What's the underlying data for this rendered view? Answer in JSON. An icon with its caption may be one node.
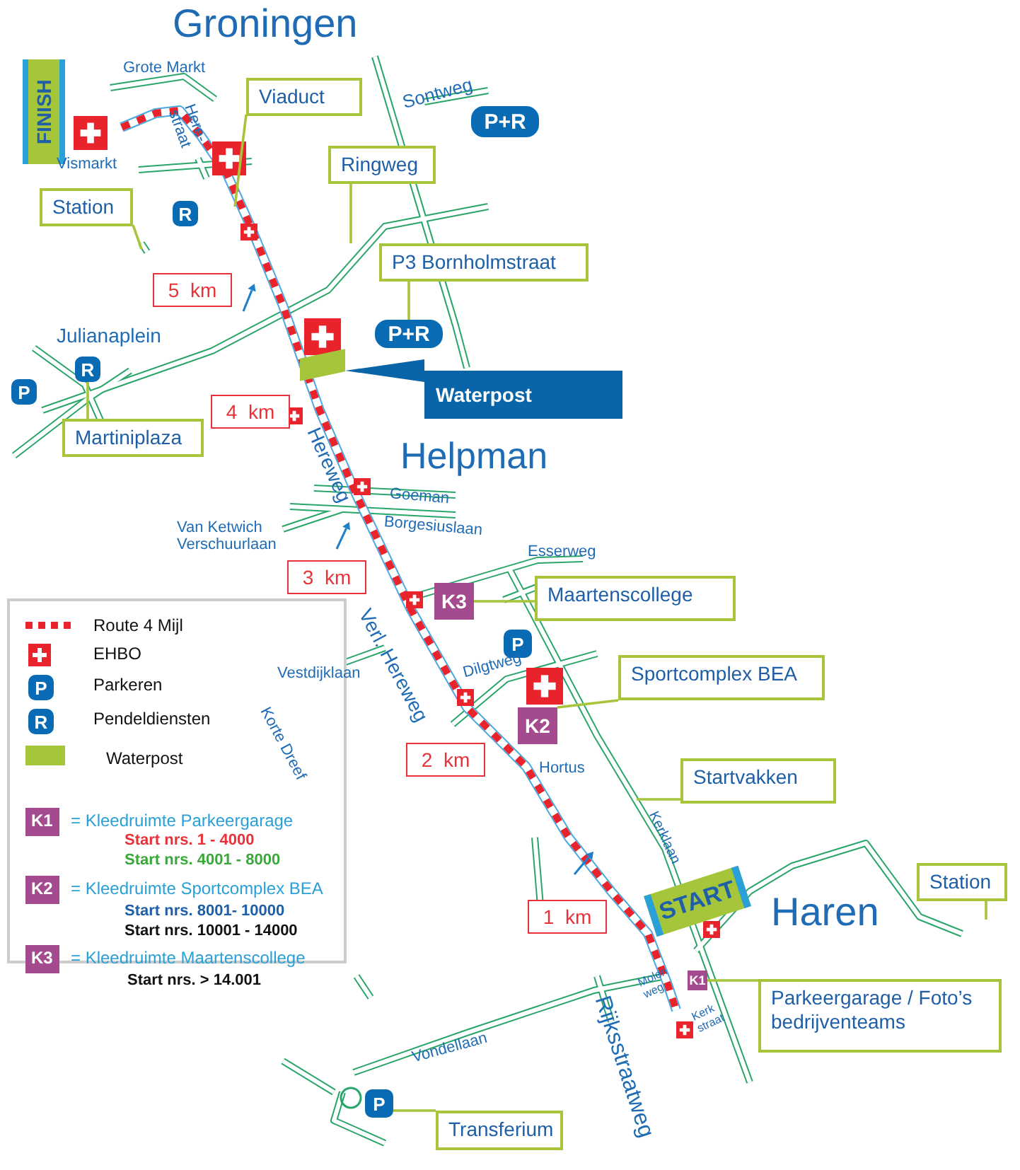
{
  "diagram": {
    "nodes": [
      {
        "text": [
          "Viaduct"
        ]
      },
      {
        "text": [
          "Ringweg"
        ]
      },
      {
        "text": [
          "Station"
        ]
      },
      {
        "text": [
          "P3 Bornholmstraat"
        ]
      },
      {
        "text": [
          "P+R"
        ]
      },
      {
        "text": [
          "P+R"
        ]
      },
      {
        "text": [
          "R"
        ]
      },
      {
        "text": [
          "R"
        ]
      },
      {
        "text": [
          "Martiniplaza"
        ]
      },
      {
        "text": [
          "P"
        ]
      },
      {
        "text": [
          "FINISH"
        ]
      },
      {
        "text": [
          "Waterpost"
        ]
      },
      {
        "text": [],
        "shape": "box"
      },
      {
        "text": [
          "5  km"
        ]
      },
      {
        "text": [
          "4  km"
        ]
      },
      {
        "text": [
          "3  km"
        ]
      },
      {
        "text": [
          "2  km"
        ]
      },
      {
        "text": [
          "1  km"
        ]
      },
      {
        "text": [
          "K3"
        ]
      },
      {
        "text": [
          "P"
        ]
      },
      {
        "text": [
          "Maartenscollege"
        ]
      },
      {
        "text": [
          "K2"
        ]
      },
      {
        "text": [
          "Sportcomplex BEA"
        ]
      },
      {
        "text": [
          "Startvakken"
        ]
      },
      {
        "text": [
          "START"
        ]
      },
      {
        "text": [
          "K1"
        ]
      },
      {
        "text": [
          "Parkeergarage / Foto’s bedrijventeams"
        ]
      },
      {
        "text": [
          "Station"
        ]
      },
      {
        "text": [
          "P"
        ]
      },
      {
        "text": [
          "Transferium"
        ]
      },
      {
        "text": [
          "P"
        ]
      },
      {
        "text": [
          "R"
        ]
      }
    ],
    "edges": [
      {
        "from": 0,
        "to": null,
        "arrow": "none"
      },
      {
        "from": 1,
        "to": null,
        "arrow": "none"
      },
      {
        "from": 2,
        "to": null,
        "arrow": "none"
      },
      {
        "from": 3,
        "to": 4,
        "arrow": "none"
      },
      {
        "from": 8,
        "to": 7,
        "arrow": "none"
      },
      {
        "from": 11,
        "to": 12,
        "arrow": "none"
      },
      {
        "from": 20,
        "to": 18,
        "arrow": "none"
      },
      {
        "from": 22,
        "to": 21,
        "arrow": "none"
      },
      {
        "from": 23,
        "to": null,
        "arrow": "none"
      },
      {
        "from": 26,
        "to": 25,
        "arrow": "none"
      },
      {
        "from": 27,
        "to": null,
        "arrow": "none"
      },
      {
        "from": 29,
        "to": 28,
        "arrow": "none"
      }
    ],
    "labels": [
      "Groningen",
      "Grote Markt",
      "Sontweg",
      "Here- straat",
      "Vismarkt",
      "Julianaplein",
      "Helpman",
      "Hereweg",
      "Goeman",
      "Van Ketwich Verschuurlaan",
      "Borgesiuslaan",
      "Esserweg",
      "Verl. Hereweg",
      "Vestdijklaan",
      "Dilgtweg",
      "Korte Dreef",
      "Hortus",
      "Kerklaan",
      "Haren",
      "Molen weg",
      "Kerk straat",
      "Rijksstraatweg",
      "Vondellaan",
      "K1",
      "Start nrs. 1 - 4000",
      "Start nrs. 4001 - 8000",
      "K2",
      "Start nrs. 8001- 10000",
      "Start nrs. 10001 - 14000",
      "K3",
      "Start nrs. > 14.001"
    ],
    "legend": [
      {
        "text": "Route 4 Mijl"
      },
      {
        "text": "EHBO"
      },
      {
        "text": "Parkeren"
      },
      {
        "text": "Pendeldiensten"
      },
      {
        "text": "Waterpost",
        "color": "#a5c63b"
      },
      {
        "text": "= Kleedruimte Parkeergarage",
        "color": "#a34b8e"
      },
      {
        "text": "= Kleedruimte Sportcomplex BEA",
        "color": "#a34b8e"
      },
      {
        "text": "= Kleedruimte Maartenscollege",
        "color": "#a34b8e"
      }
    ]
  }
}
